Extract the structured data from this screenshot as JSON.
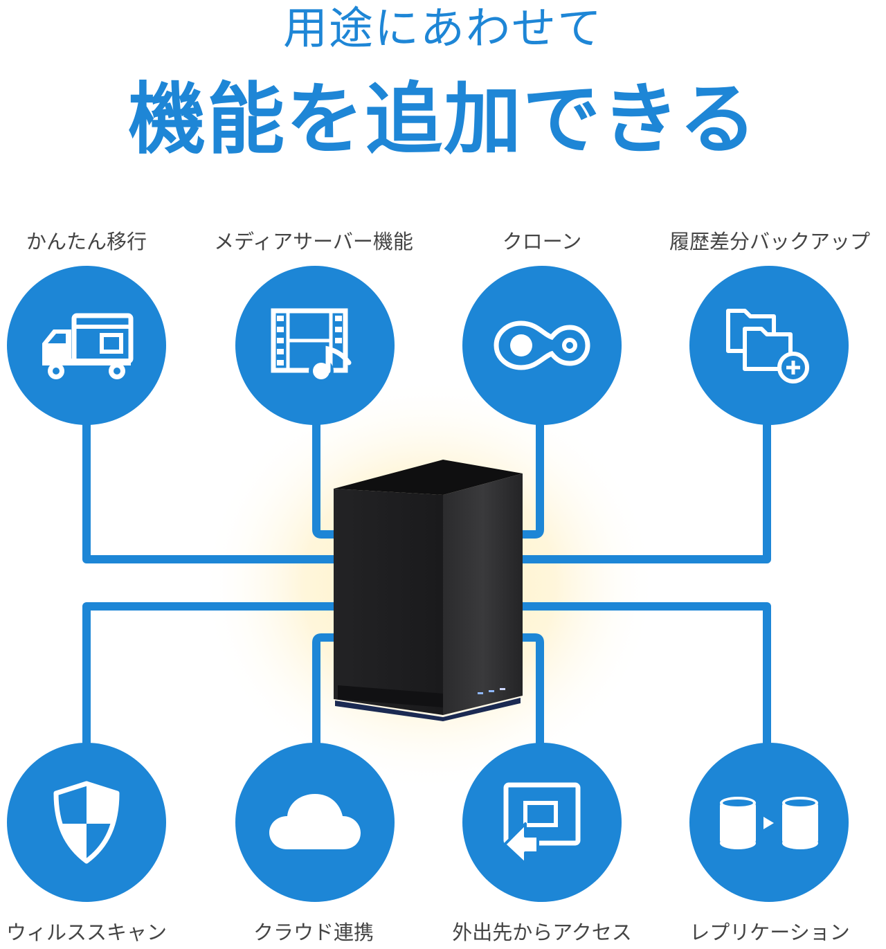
{
  "title": {
    "line1": "用途にあわせて",
    "line2": "機能を追加できる"
  },
  "colors": {
    "accent": "#1d86d6",
    "title": "#1e86d6",
    "label": "#444444",
    "device": "#1c1c1e"
  },
  "features_top": [
    {
      "label": "かんたん移行",
      "icon": "truck-icon"
    },
    {
      "label": "メディアサーバー機能",
      "icon": "film-music-icon"
    },
    {
      "label": "クローン",
      "icon": "clone-icon"
    },
    {
      "label": "履歴差分バックアップ",
      "icon": "folders-plus-icon"
    }
  ],
  "features_bottom": [
    {
      "label": "ウィルススキャン",
      "icon": "shield-icon"
    },
    {
      "label": "クラウド連携",
      "icon": "cloud-icon"
    },
    {
      "label": "外出先からアクセス",
      "icon": "remote-access-icon"
    },
    {
      "label": "レプリケーション",
      "icon": "replication-icon"
    }
  ]
}
